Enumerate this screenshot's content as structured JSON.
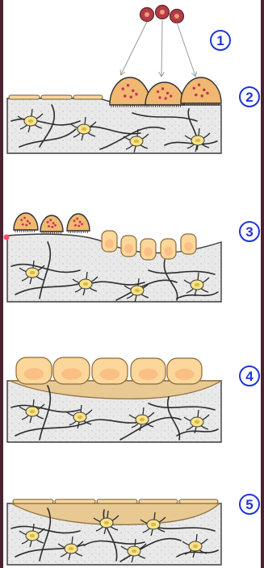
{
  "diagram": {
    "steps": [
      {
        "number": "1"
      },
      {
        "number": "2"
      },
      {
        "number": "3"
      },
      {
        "number": "4"
      },
      {
        "number": "5"
      }
    ],
    "colors": {
      "tissue": "#e9e9e9",
      "tissue_dots": "#bcbcbc",
      "fiber": "#2b2b2b",
      "cell_nucleus": "#f7e48a",
      "macrophage": "#f0b870",
      "macrophage_dots": "#c7305a",
      "epithelial_cell": "#fcd79b",
      "epithelial_core": "#f9b97e",
      "matrix": "#e8c992",
      "label_blue": "#1f35d6",
      "incoming_cell": "#b53a4a"
    }
  }
}
